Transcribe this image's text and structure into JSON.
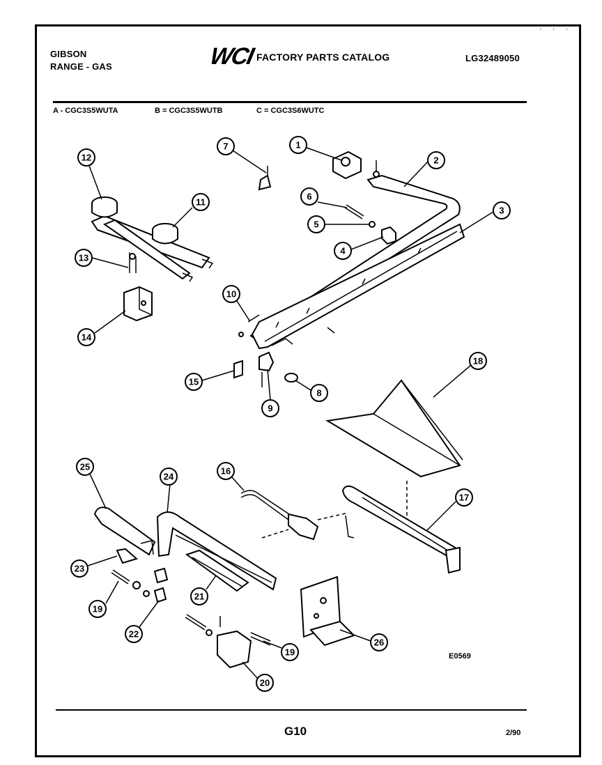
{
  "header": {
    "brand_line1": "GIBSON",
    "brand_line2": "RANGE - GAS",
    "logo": "WCI",
    "catalog_title": "FACTORY PARTS CATALOG",
    "catalog_number": "LG32489050"
  },
  "models": {
    "a": "A - CGC3S5WUTA",
    "b": "B = CGC3S5WUTB",
    "c": "C = CGC3S6WUTC"
  },
  "callouts": [
    "1",
    "2",
    "3",
    "4",
    "5",
    "6",
    "7",
    "8",
    "9",
    "10",
    "11",
    "12",
    "13",
    "14",
    "15",
    "16",
    "17",
    "18",
    "19",
    "19",
    "20",
    "21",
    "22",
    "23",
    "24",
    "25",
    "26"
  ],
  "figure_ref": "E0569",
  "footer": {
    "page": "G10",
    "date": "2/90"
  },
  "corner_marks": "· · ·"
}
